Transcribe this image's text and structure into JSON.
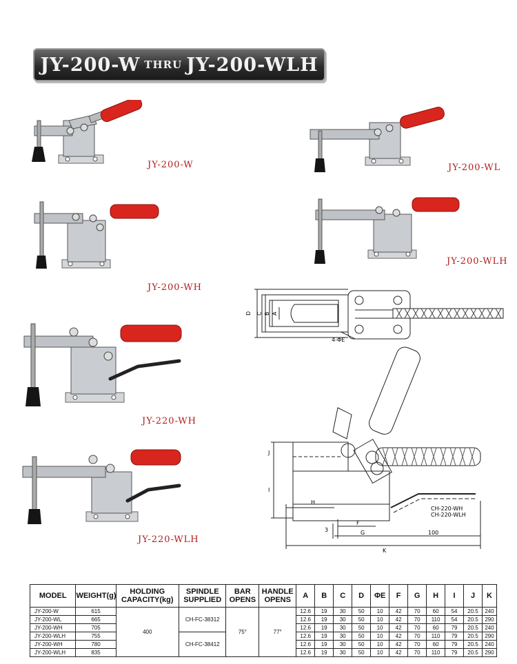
{
  "banner": {
    "model_start": "JY-200-W",
    "thru": "THRU",
    "model_end": "JY-200-WLH"
  },
  "labels": {
    "w": "JY-200-W",
    "wl": "JY-200-WL",
    "wh": "JY-200-WH",
    "wlh": "JY-200-WLH",
    "w220h": "JY-220-WH",
    "w220lh": "JY-220-WLH"
  },
  "drawing": {
    "top_view_dims": [
      "D",
      "C",
      "B",
      "A"
    ],
    "hole_callout": "4-ΦE",
    "side_dims": {
      "j": "J",
      "i": "I",
      "h": "H",
      "three": "3",
      "f": "F",
      "g": "G",
      "hundred": "100",
      "k": "K"
    },
    "variant_note": [
      "CH-220-WH",
      "CH-220-WLH"
    ]
  },
  "table": {
    "headers": [
      "MODEL",
      "WEIGHT(g)",
      "HOLDING CAPACITY(kg)",
      "SPINDLE SUPPLIED",
      "BAR OPENS",
      "HANDLE OPENS",
      "A",
      "B",
      "C",
      "D",
      "ΦE",
      "F",
      "G",
      "H",
      "I",
      "J",
      "K"
    ],
    "holding_capacity": "400",
    "spindles": [
      "CH-FC-38312",
      "CH-FC-38412"
    ],
    "bar_opens": "75°",
    "handle_opens": "77°",
    "rows": [
      {
        "model": "JY-200-W",
        "weight": "615",
        "dims": [
          "12.6",
          "19",
          "30",
          "50",
          "10",
          "42",
          "70",
          "60",
          "54",
          "20.5",
          "240"
        ]
      },
      {
        "model": "JY-200-WL",
        "weight": "665",
        "dims": [
          "12.6",
          "19",
          "30",
          "50",
          "10",
          "42",
          "70",
          "110",
          "54",
          "20.5",
          "290"
        ]
      },
      {
        "model": "JY-200-WH",
        "weight": "705",
        "dims": [
          "12.6",
          "19",
          "30",
          "50",
          "10",
          "42",
          "70",
          "60",
          "79",
          "20.5",
          "240"
        ]
      },
      {
        "model": "JY-200-WLH",
        "weight": "755",
        "dims": [
          "12.6",
          "19",
          "30",
          "50",
          "10",
          "42",
          "70",
          "110",
          "79",
          "20.5",
          "290"
        ]
      },
      {
        "model": "JY-200-WH",
        "weight": "780",
        "dims": [
          "12.6",
          "19",
          "30",
          "50",
          "10",
          "42",
          "70",
          "60",
          "79",
          "20.5",
          "240"
        ]
      },
      {
        "model": "JY-200-WLH",
        "weight": "835",
        "dims": [
          "12.6",
          "19",
          "30",
          "50",
          "10",
          "42",
          "70",
          "110",
          "79",
          "20.5",
          "290"
        ]
      }
    ]
  },
  "colors": {
    "handle_red": "#d8261e",
    "label_red": "#b21b1b",
    "banner_dark": "#2a2a2a",
    "steel": "#c9ccd0"
  }
}
